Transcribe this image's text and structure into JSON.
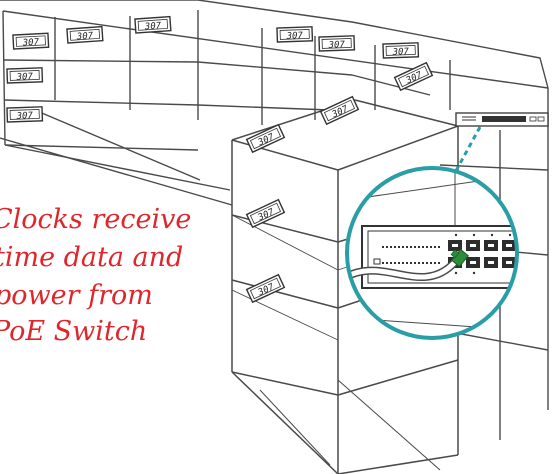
{
  "caption": {
    "lines": [
      "Clocks receive",
      "time data and",
      "power from",
      "PoE Switch"
    ],
    "color": "#e0252b"
  },
  "clock_display": {
    "readings": [
      "307",
      "307",
      "307",
      "307",
      "307",
      "307",
      "307",
      "307",
      "307",
      "307",
      "307",
      "307",
      "307"
    ],
    "color": "#222222"
  },
  "colors": {
    "outline": "#4a4a4a",
    "link": "#2a9ea6",
    "background": "#ffffff"
  },
  "icons": [
    "digital-clock-icon",
    "poe-switch-icon",
    "ethernet-cable-icon"
  ]
}
